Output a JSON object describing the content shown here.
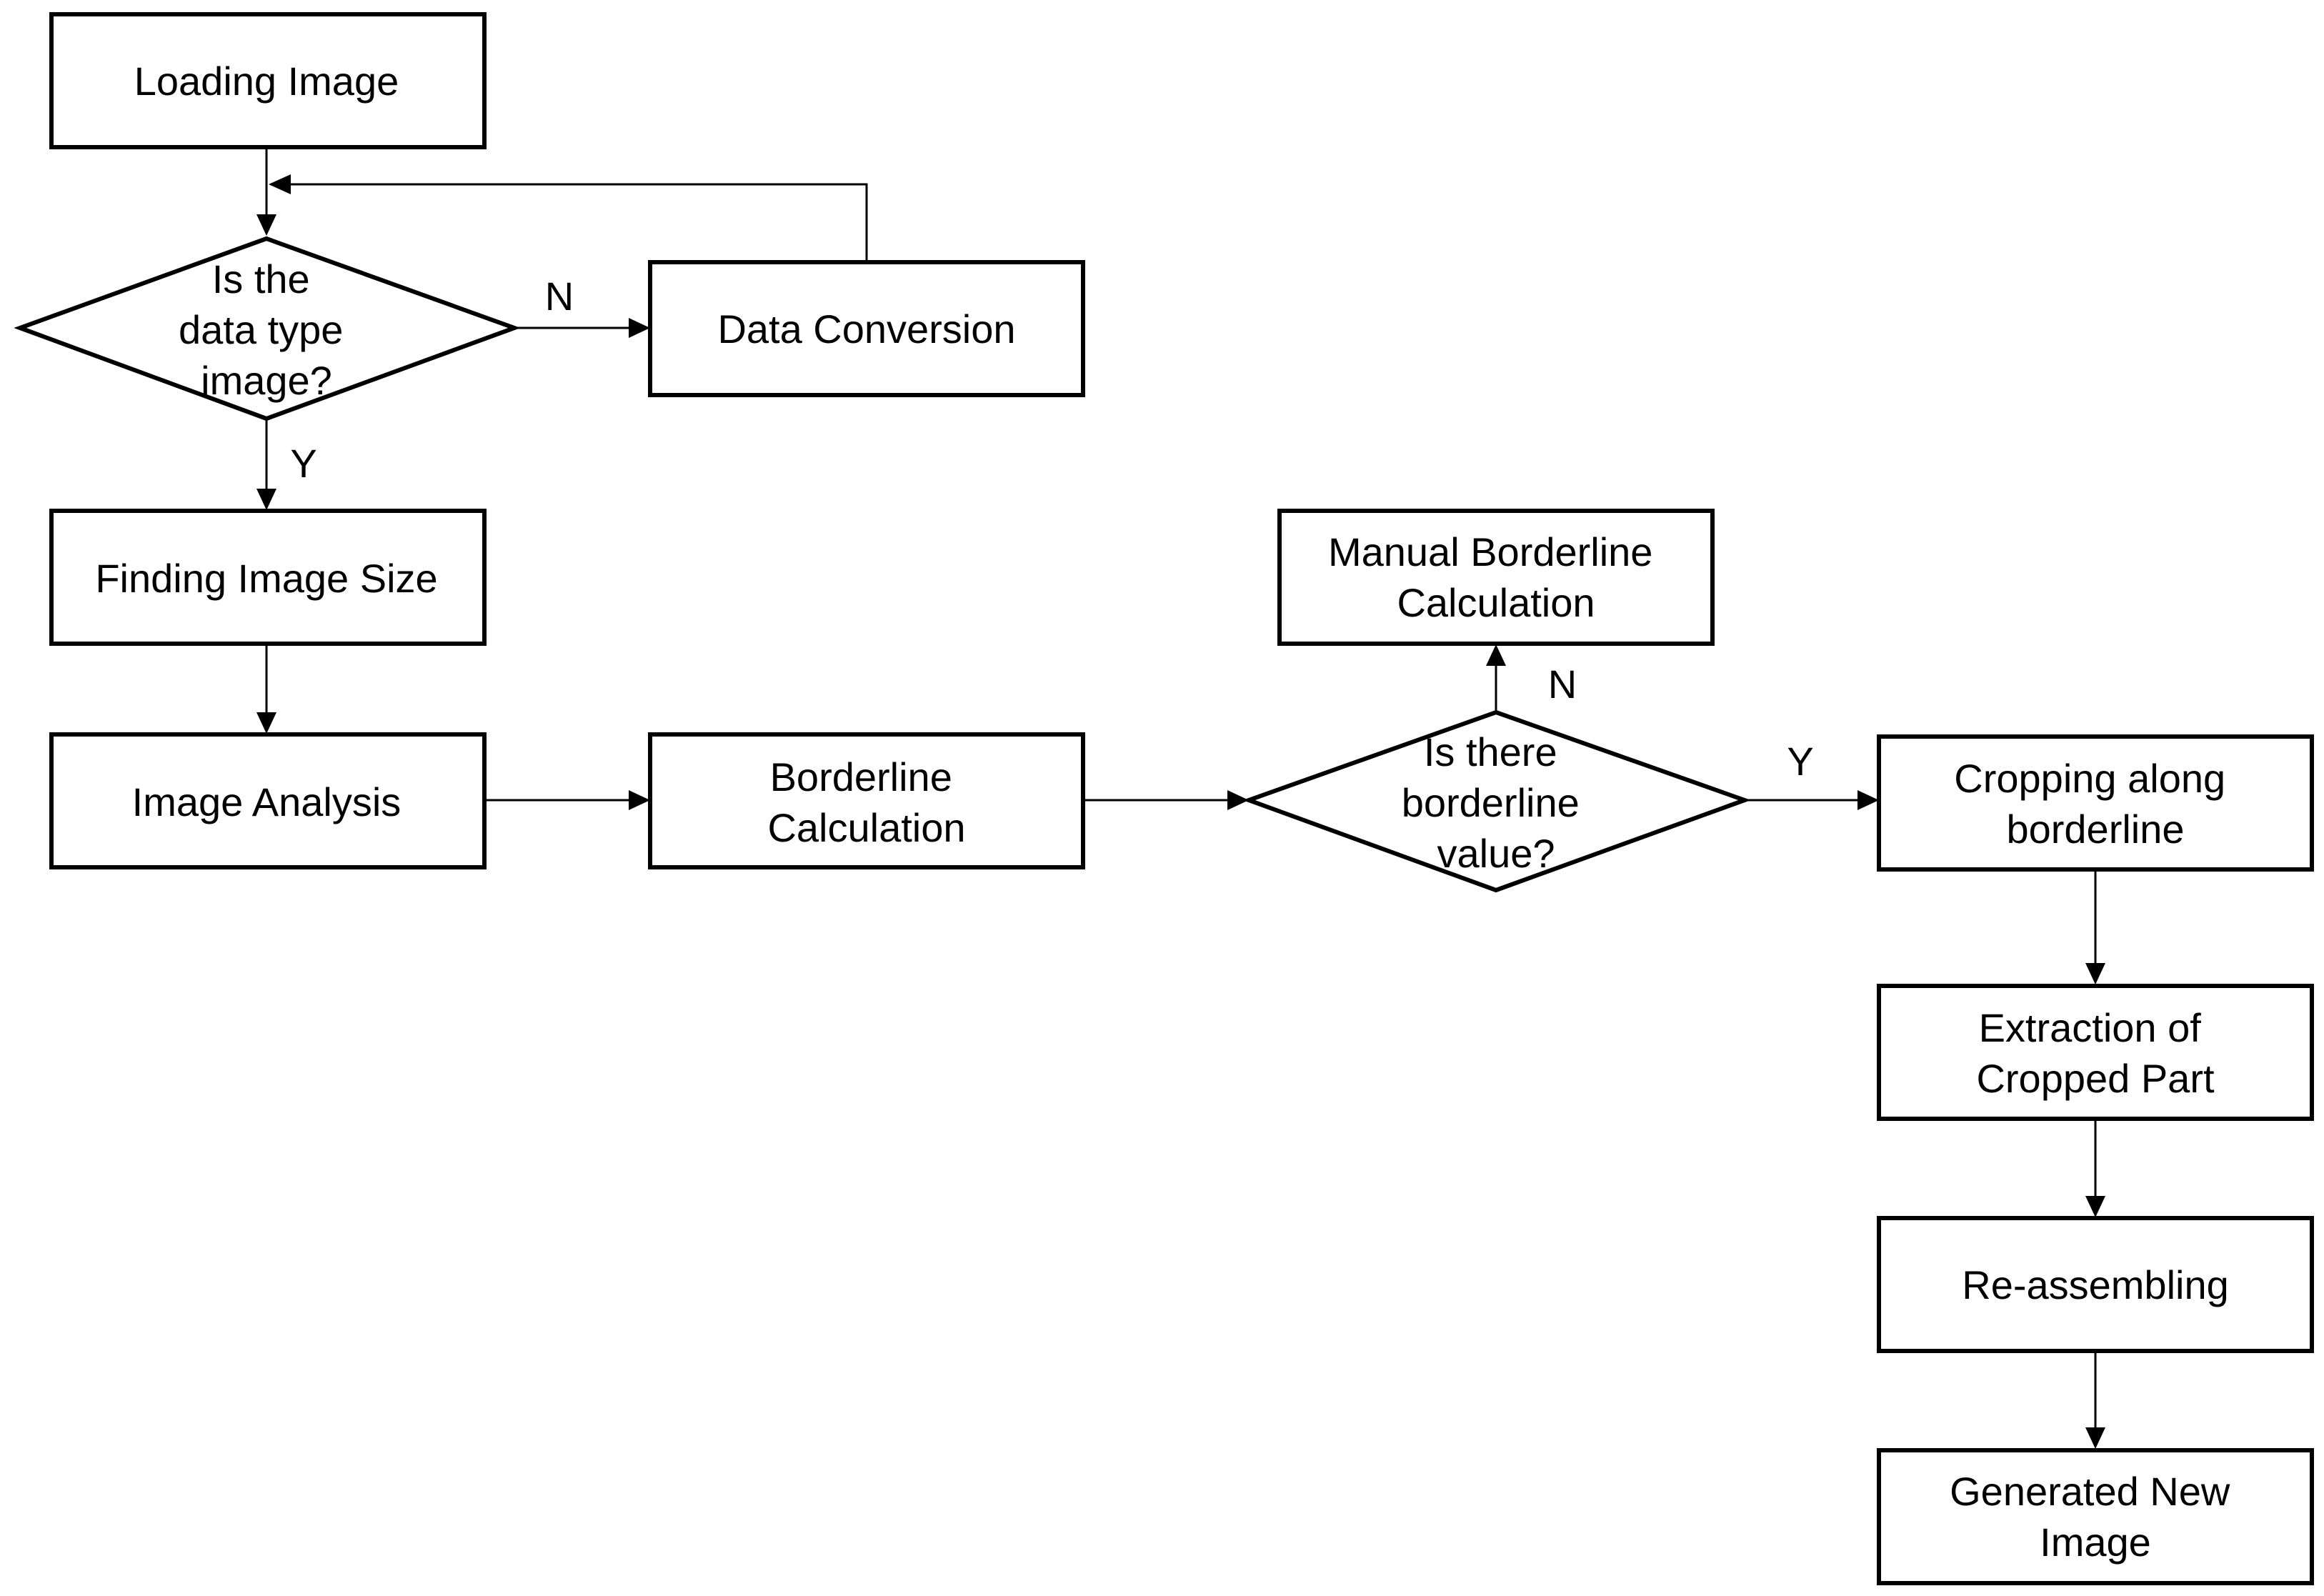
{
  "colors": {
    "line": "#000000",
    "fill": "#ffffff",
    "text": "#000000"
  },
  "nodes": {
    "loading_image": [
      "Loading Image"
    ],
    "data_type_check": [
      "Is the",
      "data type",
      "image?"
    ],
    "data_conversion": [
      "Data Conversion"
    ],
    "finding_image_size": [
      "Finding Image Size"
    ],
    "image_analysis": [
      "Image Analysis"
    ],
    "borderline_calculation": [
      "Borderline",
      "Calculation"
    ],
    "manual_borderline_calculation": [
      "Manual Borderline",
      "Calculation"
    ],
    "borderline_value_check": [
      "Is there",
      "borderline",
      "value?"
    ],
    "cropping_along_borderline": [
      "Cropping along",
      "borderline"
    ],
    "extraction_of_cropped_part": [
      "Extraction of",
      "Cropped Part"
    ],
    "re_assembling": [
      "Re-assembling"
    ],
    "generated_new_image": [
      "Generated New",
      "Image"
    ]
  },
  "edge_labels": {
    "data_type_no": "N",
    "data_type_yes": "Y",
    "borderline_no": "N",
    "borderline_yes": "Y"
  }
}
